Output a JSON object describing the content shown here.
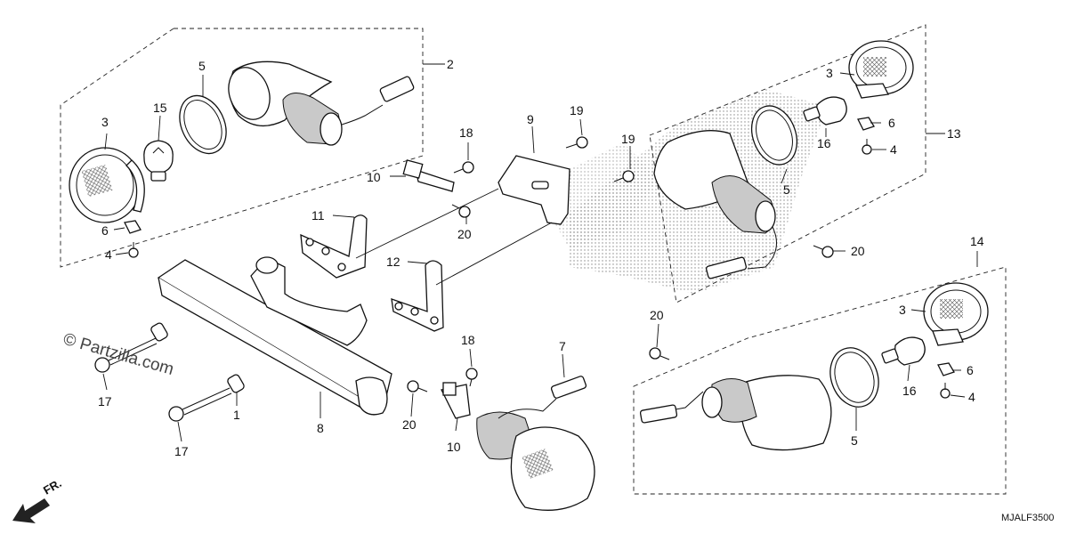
{
  "watermark": "© Partzilla.com",
  "direction_label": "FR.",
  "diagram_code": "MJALF3500",
  "callouts": {
    "c1": "1",
    "c2": "2",
    "c3a": "3",
    "c3b": "3",
    "c3c": "3",
    "c4a": "4",
    "c4b": "4",
    "c4c": "4",
    "c5a": "5",
    "c5b": "5",
    "c5c": "5",
    "c6a": "6",
    "c6b": "6",
    "c6c": "6",
    "c7": "7",
    "c8": "8",
    "c9": "9",
    "c10a": "10",
    "c10b": "10",
    "c11": "11",
    "c12": "12",
    "c13": "13",
    "c14": "14",
    "c15": "15",
    "c16a": "16",
    "c16b": "16",
    "c17a": "17",
    "c17b": "17",
    "c18a": "18",
    "c18b": "18",
    "c19a": "19",
    "c19b": "19",
    "c20a": "20",
    "c20b": "20",
    "c20c": "20",
    "c20d": "20"
  }
}
